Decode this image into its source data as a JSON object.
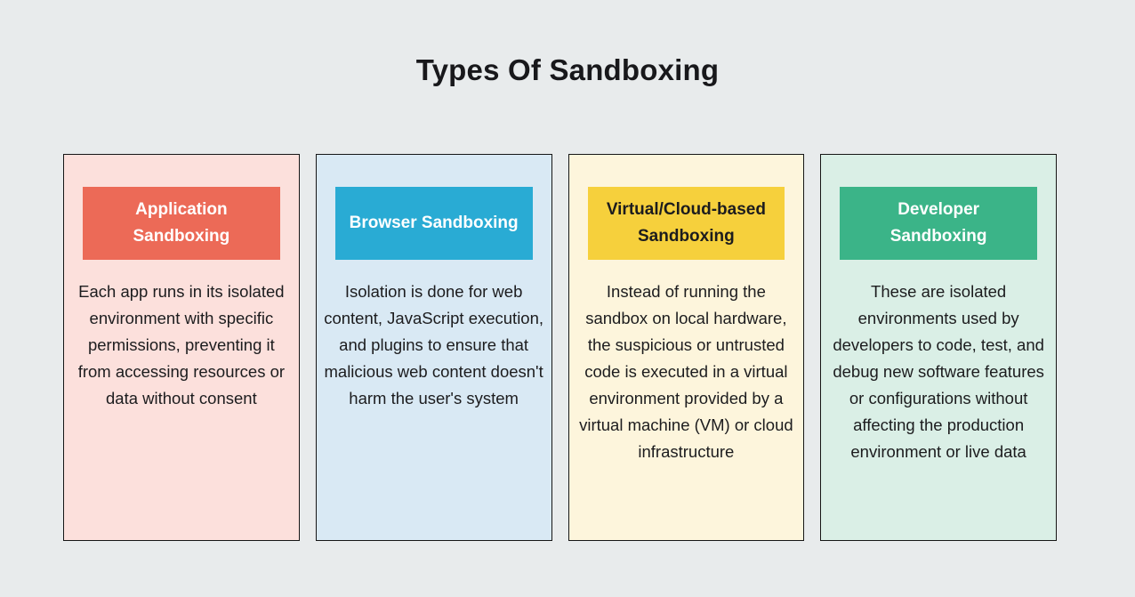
{
  "page": {
    "title": "Types Of Sandboxing",
    "background_color": "#e8ebec",
    "text_color": "#1c1c1e",
    "card_border_color": "#161616"
  },
  "cards": [
    {
      "title": "Application Sandboxing",
      "description": "Each app runs in its isolated environment with specific permissions, preventing it from accessing resources or data without consent",
      "colors": {
        "header_bg": "#ec6a57",
        "header_text": "#ffffff",
        "card_bg": "#fce0dc"
      }
    },
    {
      "title": "Browser Sandboxing",
      "description": "Isolation is done for web content, JavaScript execution, and plugins to ensure that malicious web content doesn't harm the user's system",
      "colors": {
        "header_bg": "#29abd4",
        "header_text": "#ffffff",
        "card_bg": "#d9e9f4"
      }
    },
    {
      "title": "Virtual/Cloud-based Sandboxing",
      "description": "Instead of running the sandbox on local hardware, the suspicious or untrusted code is executed in a virtual environment provided by a virtual machine (VM) or cloud infrastructure",
      "colors": {
        "header_bg": "#f6d03c",
        "header_text": "#1c1c1e",
        "card_bg": "#fdf5dc"
      }
    },
    {
      "title": "Developer Sandboxing",
      "description": "These are isolated environments used by developers to code, test, and debug new software features or configurations without affecting the production environment or live data",
      "colors": {
        "header_bg": "#3bb488",
        "header_text": "#ffffff",
        "card_bg": "#daefe6"
      }
    }
  ]
}
